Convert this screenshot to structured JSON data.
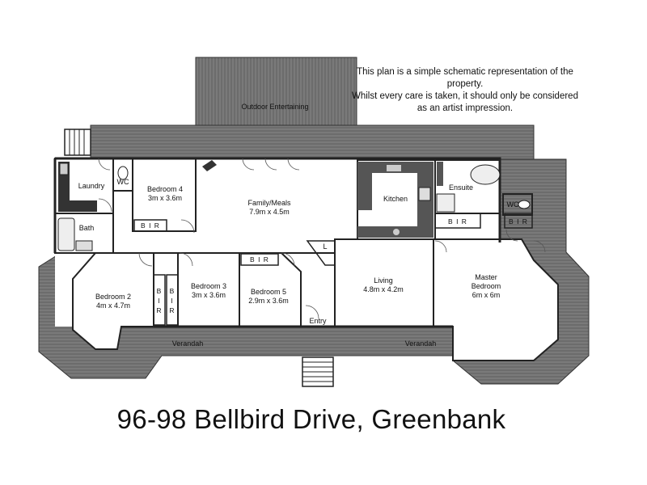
{
  "disclaimer": {
    "line1": "This plan is a simple schematic representation of the property.",
    "line2": "Whilst every care is taken, it should only be considered",
    "line3": "as an artist impression."
  },
  "address": "96-98 Bellbird Drive, Greenbank",
  "rooms": {
    "outdoor": {
      "name": "Outdoor Entertaining"
    },
    "laundry": {
      "name": "Laundry"
    },
    "wc_left": {
      "name": "WC"
    },
    "bedroom4": {
      "name": "Bedroom 4",
      "size": "3m x 3.6m"
    },
    "family": {
      "name": "Family/Meals",
      "size": "7.9m x 4.5m"
    },
    "kitchen": {
      "name": "Kitchen"
    },
    "ensuite": {
      "name": "Ensuite"
    },
    "wc_right": {
      "name": "WC"
    },
    "bath": {
      "name": "Bath"
    },
    "bedroom2": {
      "name": "Bedroom 2",
      "size": "4m x 4.7m"
    },
    "bedroom3": {
      "name": "Bedroom 3",
      "size": "3m x 3.6m"
    },
    "bedroom5": {
      "name": "Bedroom 5",
      "size": "2.9m x 3.6m"
    },
    "living": {
      "name": "Living",
      "size": "4.8m x 4.2m"
    },
    "master": {
      "name": "Master",
      "name2": "Bedroom",
      "size": "6m x 6m"
    },
    "entry": {
      "name": "Entry"
    },
    "linen": {
      "name": "L"
    },
    "verandah_left": {
      "name": "Verandah"
    },
    "verandah_right": {
      "name": "Verandah"
    }
  },
  "robes": {
    "bed4": "B I R",
    "bed5": "B I R",
    "ensuite1": "B I R",
    "ensuite2": "B I R",
    "bed2_col1": [
      "B",
      "I",
      "R"
    ],
    "bed2_col2": [
      "B",
      "I",
      "R"
    ]
  }
}
